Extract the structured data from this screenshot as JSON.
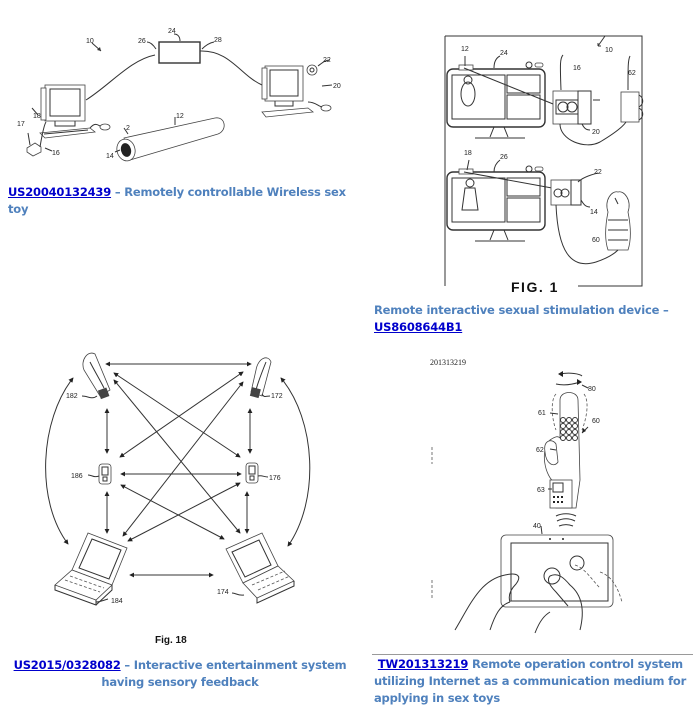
{
  "panels": {
    "top_left": {
      "figure_refs": [
        "10",
        "24",
        "26",
        "28",
        "22",
        "20",
        "18",
        "17",
        "16",
        "12",
        "2",
        "14"
      ],
      "patent_link": "US20040132439",
      "caption_text": " – Remotely controllable  Wireless sex toy"
    },
    "top_right": {
      "figure_refs": [
        "12",
        "24",
        "10",
        "16",
        "62",
        "20",
        "18",
        "26",
        "22",
        "14",
        "60"
      ],
      "figure_label": "FIG. 1",
      "caption_text": "Remote interactive sexual stimulation device –",
      "patent_link": "US8608644B1"
    },
    "bottom_left": {
      "figure_refs": [
        "182",
        "172",
        "186",
        "176",
        "184",
        "174"
      ],
      "figure_label": "Fig. 18",
      "patent_link": "US2015/0328082",
      "caption_text": "  – Interactive entertainment system",
      "caption_line2": "having sensory feedback"
    },
    "bottom_right": {
      "document_number": "201313219",
      "figure_refs": [
        "80",
        "61",
        "60",
        "62",
        "63",
        "40"
      ],
      "patent_link": "TW201313219",
      "caption_text": "  Remote operation control system",
      "caption_line2": "utilizing Internet as a communication medium for",
      "caption_line3": "applying in sex toys"
    }
  },
  "colors": {
    "caption_text": "#4f81bd",
    "link": "#0000cc",
    "divider": "#9a9a9a"
  }
}
